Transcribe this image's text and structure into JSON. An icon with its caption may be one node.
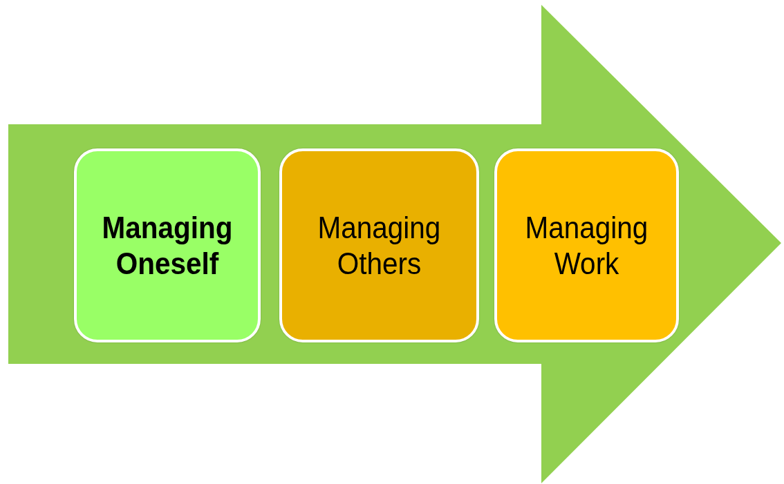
{
  "diagram": {
    "nodes": [
      {
        "text": [
          "Managing Oneself"
        ]
      },
      {
        "text": [
          "Managing Others"
        ]
      },
      {
        "text": [
          "Managing Work"
        ]
      }
    ]
  }
}
